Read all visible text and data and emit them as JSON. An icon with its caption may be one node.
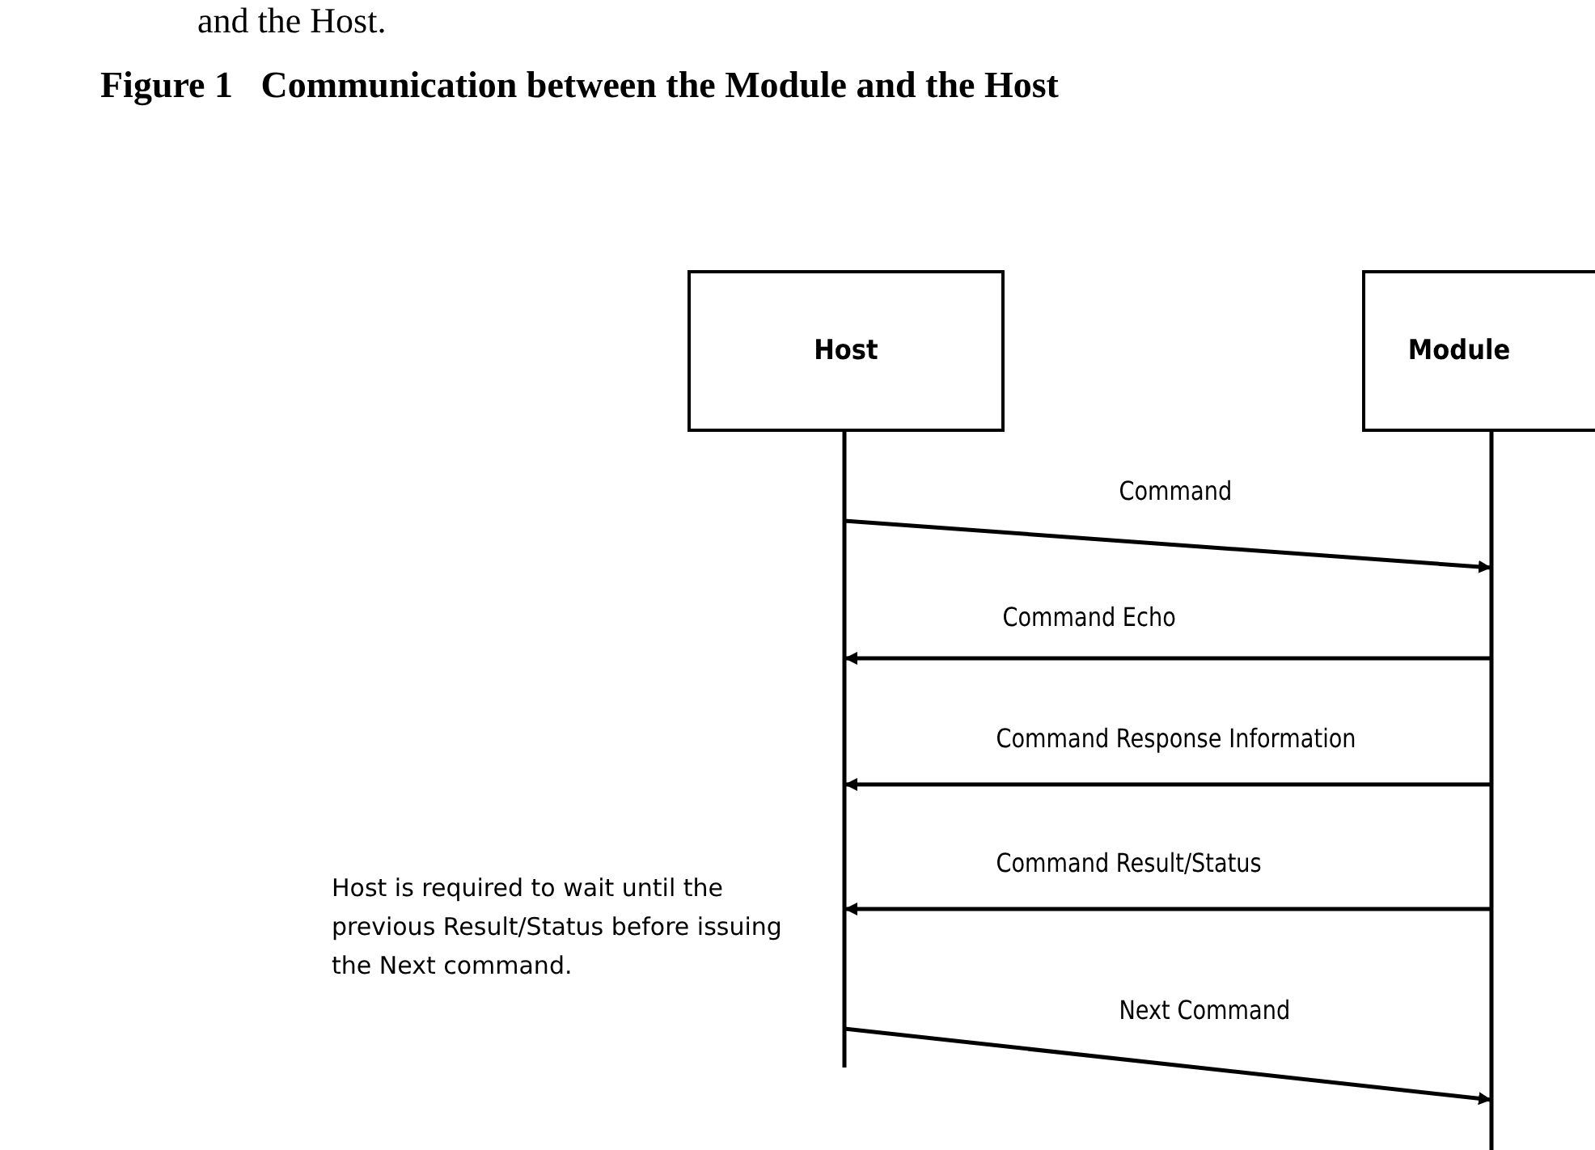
{
  "diagram": {
    "title": "Figure 1   Communication between the Module and the Host",
    "nodes": [
      {
        "text": [
          "Host"
        ]
      },
      {
        "text": [
          "Module"
        ]
      }
    ],
    "edges": [
      {
        "from": 0,
        "to": 1,
        "arrow": "to",
        "label": "Command"
      },
      {
        "from": 1,
        "to": 0,
        "arrow": "to",
        "label": "Command Echo"
      },
      {
        "from": 1,
        "to": 0,
        "arrow": "to",
        "label": "Command Response Information"
      },
      {
        "from": 1,
        "to": 0,
        "arrow": "to",
        "label": "Command Result/Status"
      },
      {
        "from": 0,
        "to": 1,
        "arrow": "to",
        "label": "Next Command"
      }
    ],
    "labels": [
      "and the Host.",
      "Host is required to wait until the previous Result/Status before issuing the Next command."
    ]
  }
}
